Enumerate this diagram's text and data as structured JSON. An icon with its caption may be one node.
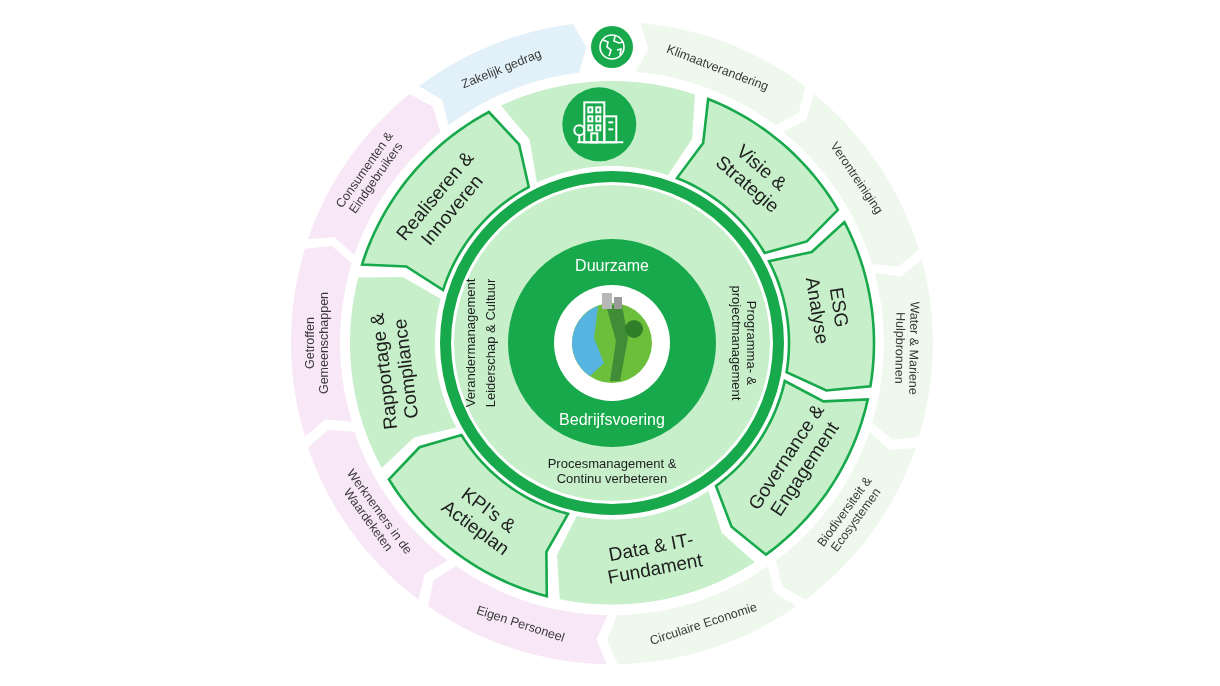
{
  "diagram": {
    "nodes": [
      {
        "text": [
          "Zakelijk gedrag"
        ]
      },
      {
        "text": [
          "Klimaatverandering"
        ]
      },
      {
        "text": [
          "Verontreiniging"
        ]
      },
      {
        "text": [
          "Water & Mariene Hulpbronnen"
        ]
      },
      {
        "text": [
          "Biodiversiteit & Ecosystemen"
        ]
      },
      {
        "text": [
          "Circulaire Economie"
        ]
      },
      {
        "text": [
          "Eigen Personeel"
        ]
      },
      {
        "text": [
          "Werknemers in de Waardeketen"
        ]
      },
      {
        "text": [
          "Getroffen Gemeenschappen"
        ]
      },
      {
        "text": [
          "Consumenten & Eindgebruikers"
        ]
      },
      {
        "text": [],
        "shape": "box"
      },
      {
        "text": [
          "Visie & Strategie"
        ]
      },
      {
        "text": [
          "ESG Analyse"
        ]
      },
      {
        "text": [
          "Governance & Engagement"
        ]
      },
      {
        "text": [
          "Data & IT-Fundament"
        ]
      },
      {
        "text": [
          "KPI's & Actieplan"
        ]
      },
      {
        "text": [
          "Rapportage & Compliance"
        ]
      },
      {
        "text": [
          "Realiseren & Innoveren"
        ]
      },
      {
        "text": [
          "Verandermanagement",
          "Leiderschap & Cultuur",
          "Programma- & projectmanagement",
          "Procesmanagement & Continu verbeteren"
        ]
      },
      {
        "text": [
          "Duurzame",
          "Bedrijfsvoering"
        ],
        "in": 18
      },
      {
        "text": [],
        "shape": "picture",
        "in": 19
      }
    ]
  }
}
